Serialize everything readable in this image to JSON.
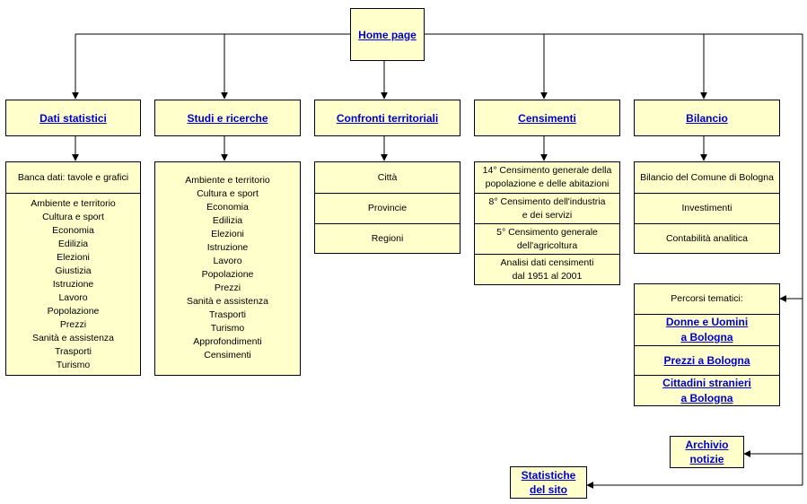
{
  "home": {
    "label": "Home page"
  },
  "sections": {
    "dati": {
      "title": "Dati statistici",
      "header": "Banca dati: tavole e grafici",
      "items": [
        "Ambiente e territorio",
        "Cultura e sport",
        "Economia",
        "Edilizia",
        "Elezioni",
        "Giustizia",
        "Istruzione",
        "Lavoro",
        "Popolazione",
        "Prezzi",
        "Sanità e assistenza",
        "Trasporti",
        "Turismo"
      ]
    },
    "studi": {
      "title": "Studi e ricerche",
      "items": [
        "Ambiente e territorio",
        "Cultura e sport",
        "Economia",
        "Edilizia",
        "Elezioni",
        "Istruzione",
        "Lavoro",
        "Popolazione",
        "Prezzi",
        "Sanità e assistenza",
        "Trasporti",
        "Turismo",
        "Approfondimenti",
        "Censimenti"
      ]
    },
    "confronti": {
      "title": "Confronti territoriali",
      "items": [
        "Città",
        "Provincie",
        "Regioni"
      ]
    },
    "censimenti": {
      "title": "Censimenti",
      "items": [
        [
          "14° Censimento generale della",
          "popolazione e delle abitazioni"
        ],
        [
          "8° Censimento dell'industria",
          "e dei servizi"
        ],
        [
          "5° Censimento generale",
          "dell'agricoltura"
        ],
        [
          "Analisi dati censimenti",
          "dal 1951 al 2001"
        ]
      ]
    },
    "bilancio": {
      "title": "Bilancio",
      "items": [
        "Bilancio del Comune di Bologna",
        "Investimenti",
        "Contabilità analitica"
      ]
    }
  },
  "percorsi": {
    "header": "Percorsi tematici:",
    "links": [
      [
        "Donne e Uomini",
        "a Bologna"
      ],
      [
        "Prezzi a Bologna"
      ],
      [
        "Cittadini stranieri",
        "a Bologna"
      ]
    ]
  },
  "archivio": {
    "line1": "Archivio",
    "line2": "notizie"
  },
  "statistiche": {
    "line1": "Statistiche",
    "line2": "del sito"
  },
  "colors": {
    "box_fill": "#ffffcc",
    "link": "#0000cc",
    "line": "#000000"
  }
}
